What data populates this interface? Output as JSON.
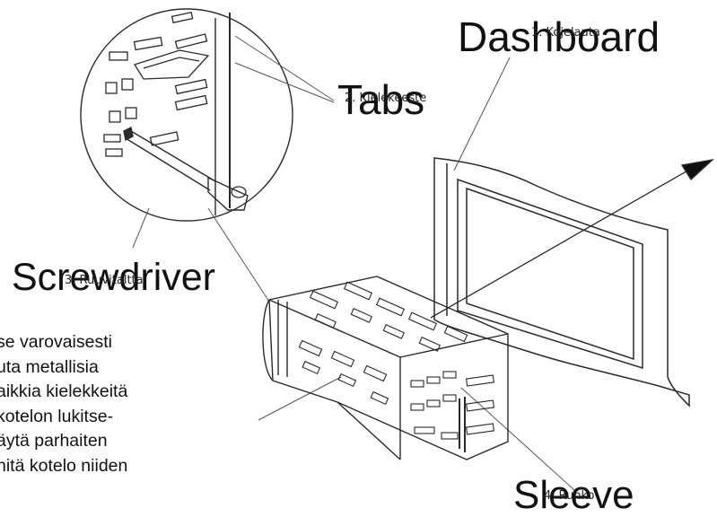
{
  "labels": {
    "dashboard": "Dashboard",
    "dashboard_sub": "1. Kojelauta",
    "tabs": "Tabs",
    "tabs_sub": "2. Kielekeeste",
    "screwdriver": "Screwdriver",
    "screwdriver_sub": "3. Ruuvitaltta",
    "sleeve": "Sleeve",
    "sleeve_sub": "4. Runko"
  },
  "instructions": [
    "se varovaisesti",
    "uta metallisia",
    "aikkia kielekkeitä",
    "kotelon lukitse-",
    "äytä parhaiten",
    "nitä kotelo niiden"
  ],
  "colors": {
    "line": "#2a2a2a",
    "text": "#111111"
  }
}
